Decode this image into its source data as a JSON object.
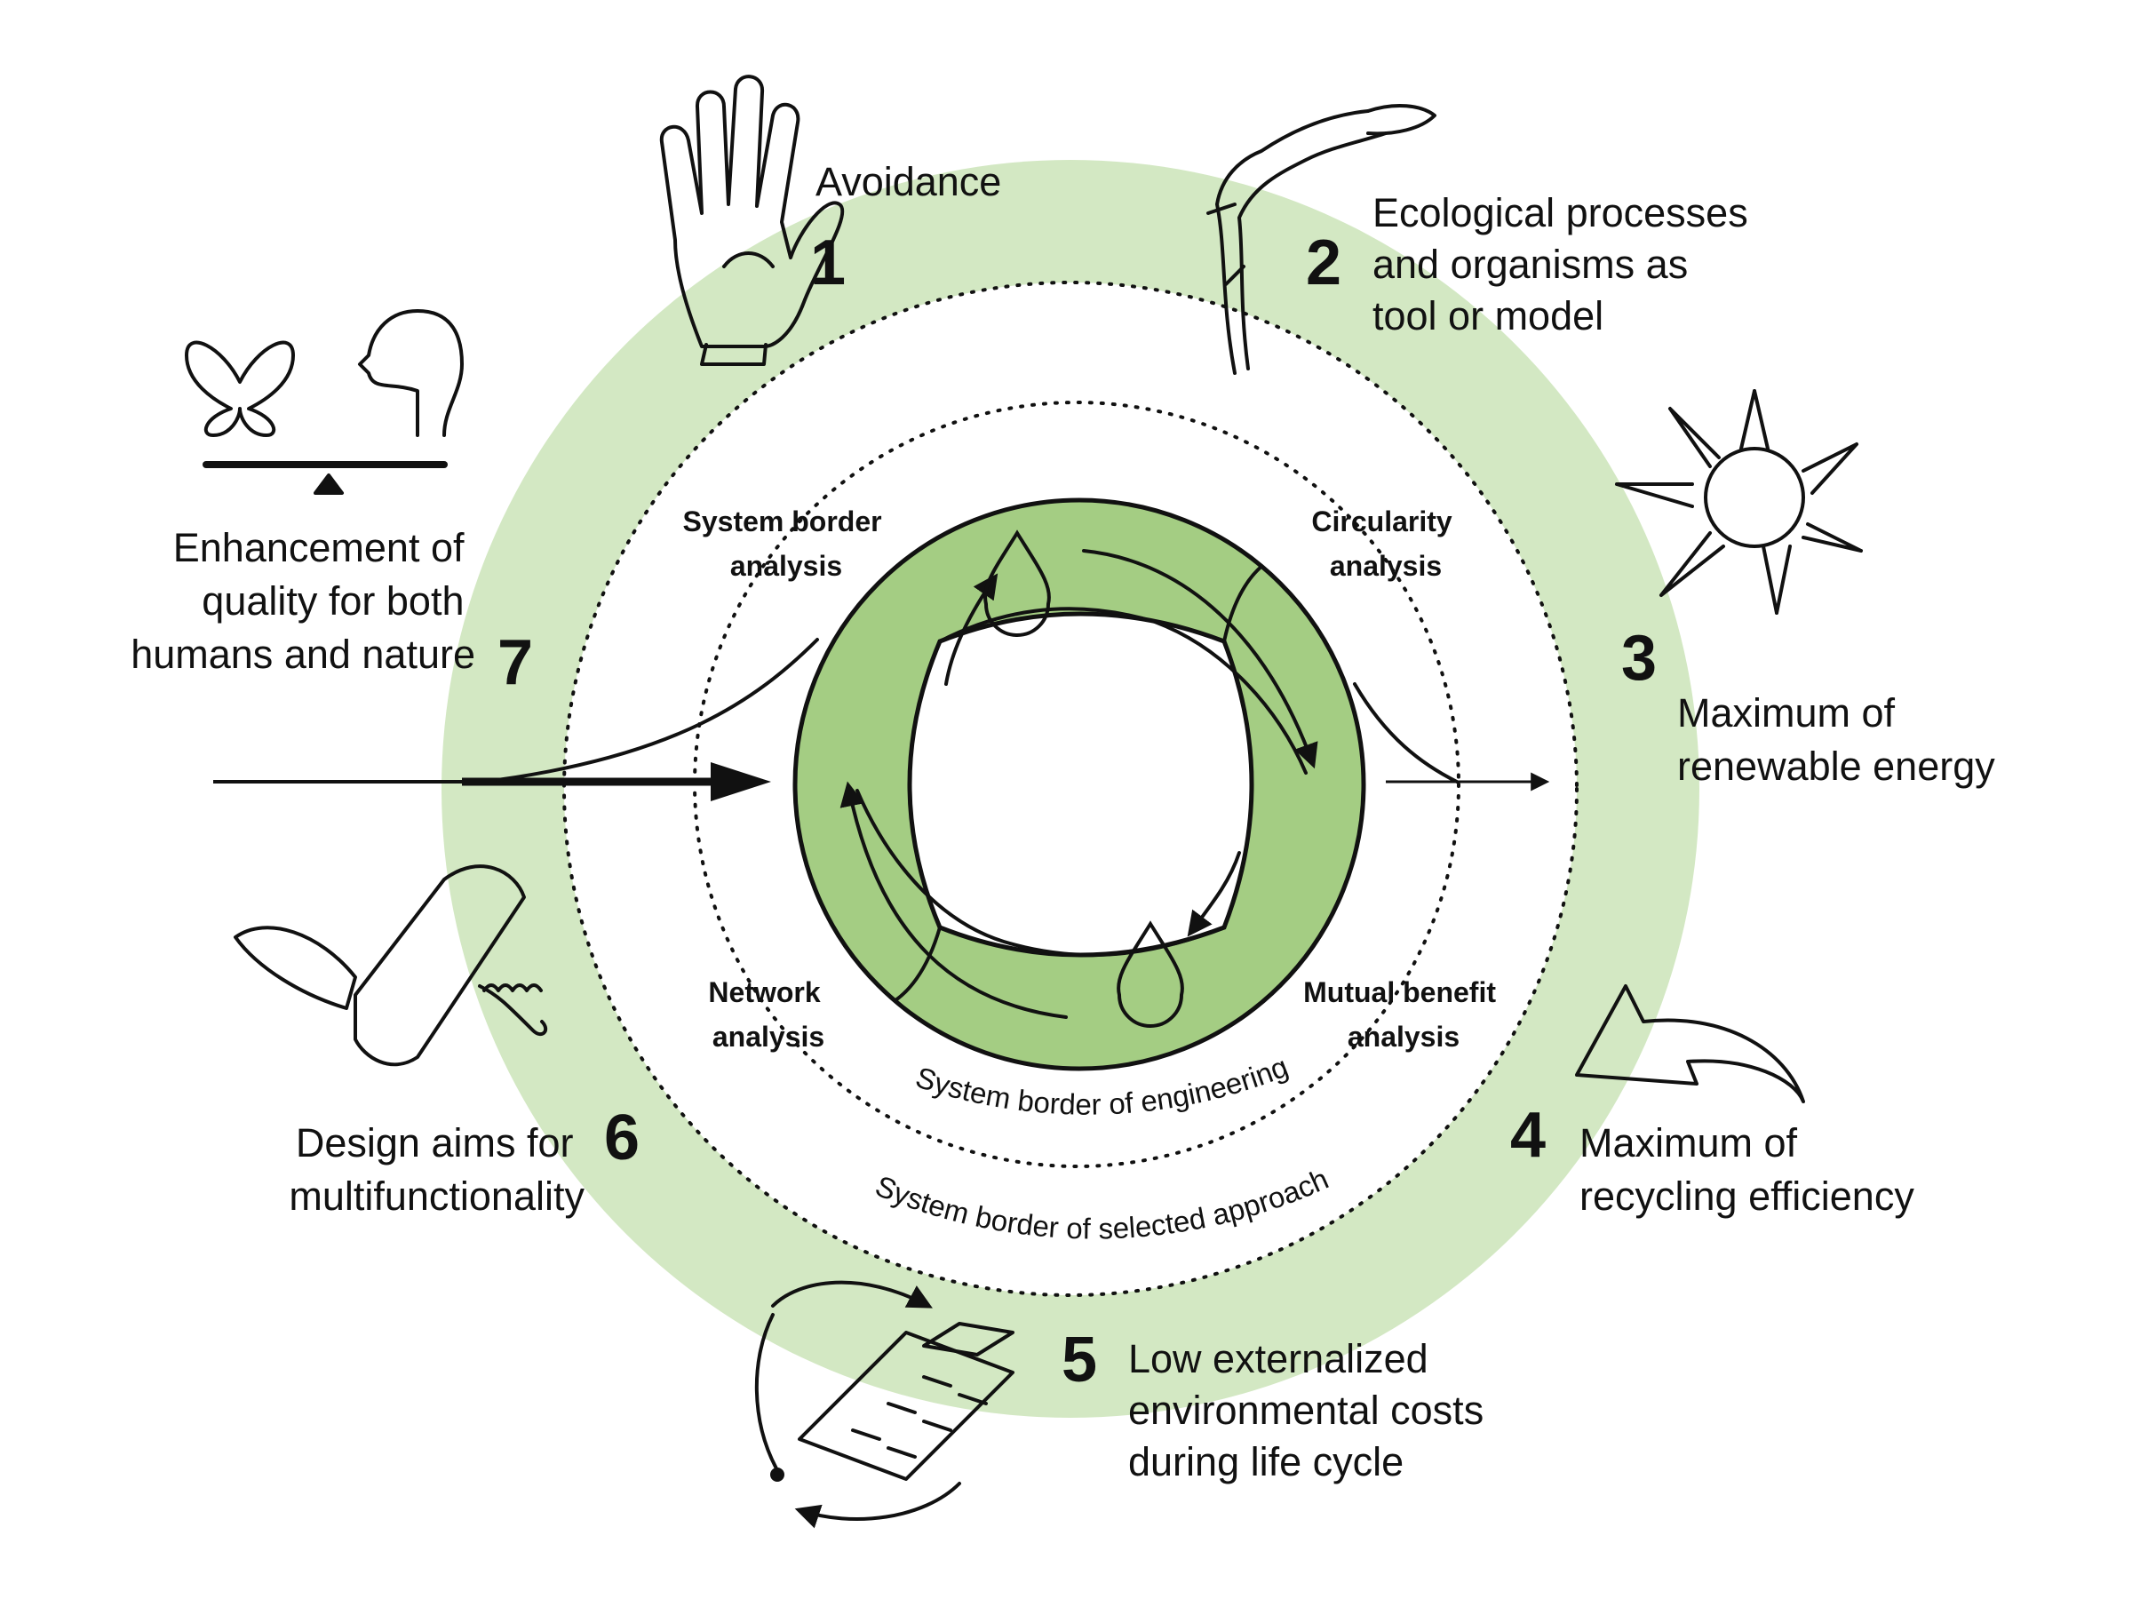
{
  "colors": {
    "light_ring": "#d3e8c3",
    "torus": "#a4cd83",
    "ink": "#111111",
    "background": "#ffffff"
  },
  "principles": [
    {
      "number": "1",
      "lines": [
        "Avoidance"
      ],
      "icon": "raised-hand-icon"
    },
    {
      "number": "2",
      "lines": [
        "Ecological processes",
        "and organisms as",
        "tool or model"
      ],
      "icon": "seedling-icon"
    },
    {
      "number": "3",
      "lines": [
        "Maximum of",
        "renewable energy"
      ],
      "icon": "sun-icon"
    },
    {
      "number": "4",
      "lines": [
        "Maximum of",
        "recycling efficiency"
      ],
      "icon": "recycle-arrow-icon"
    },
    {
      "number": "5",
      "lines": [
        "Low externalized",
        "environmental costs",
        "during life cycle"
      ],
      "icon": "calculator-icon"
    },
    {
      "number": "6",
      "lines": [
        "Design aims for",
        "multifunctionality"
      ],
      "icon": "pocket-knife-icon"
    },
    {
      "number": "7",
      "lines": [
        "Enhancement of",
        "quality for both",
        "humans and nature"
      ],
      "icon": "butterfly-human-balance-icon"
    }
  ],
  "analyses": [
    {
      "lines": [
        "System border",
        "analysis"
      ]
    },
    {
      "lines": [
        "Circularity",
        "analysis"
      ]
    },
    {
      "lines": [
        "Network",
        "analysis"
      ]
    },
    {
      "lines": [
        "Mutual benefit",
        "analysis"
      ]
    }
  ],
  "borders": {
    "engineering": "System border of engineering",
    "approach": "System border of selected approach"
  }
}
